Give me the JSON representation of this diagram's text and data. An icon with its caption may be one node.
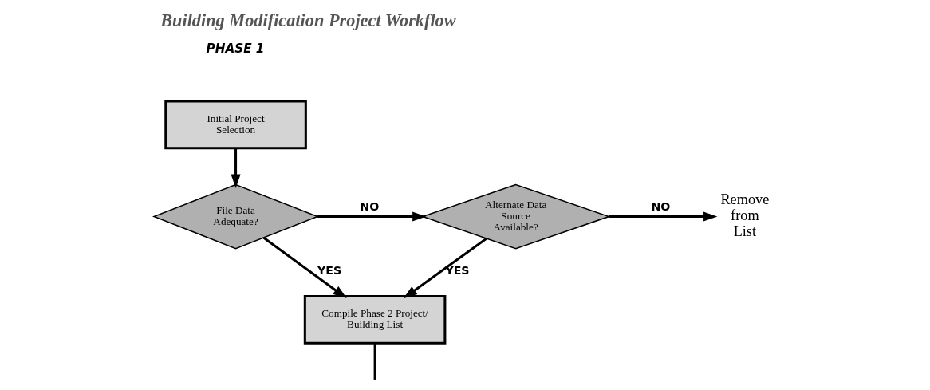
{
  "diagram": {
    "title": "Building Modification Project Workflow",
    "nodes": [
      {
        "text": [
          "Initial Project Selection"
        ]
      },
      {
        "text": [
          "File Data Adequate?"
        ]
      },
      {
        "text": [
          "Alternate Data Source Available?"
        ]
      },
      {
        "text": [
          "Remove from List"
        ]
      },
      {
        "text": [
          "Compile Phase 2 Project/ Building List"
        ]
      }
    ],
    "edges": [
      {
        "from": 0,
        "to": 1,
        "arrow": "to"
      },
      {
        "from": 1,
        "to": 2,
        "arrow": "to",
        "label": "NO"
      },
      {
        "from": 2,
        "to": 3,
        "arrow": "to",
        "label": "NO"
      },
      {
        "from": 1,
        "to": 4,
        "arrow": "to",
        "label": "YES"
      },
      {
        "from": 2,
        "to": 4,
        "arrow": "to",
        "label": "YES"
      },
      {
        "from": 4,
        "to": null,
        "arrow": "none"
      }
    ],
    "labels": [
      "PHASE 1"
    ]
  }
}
